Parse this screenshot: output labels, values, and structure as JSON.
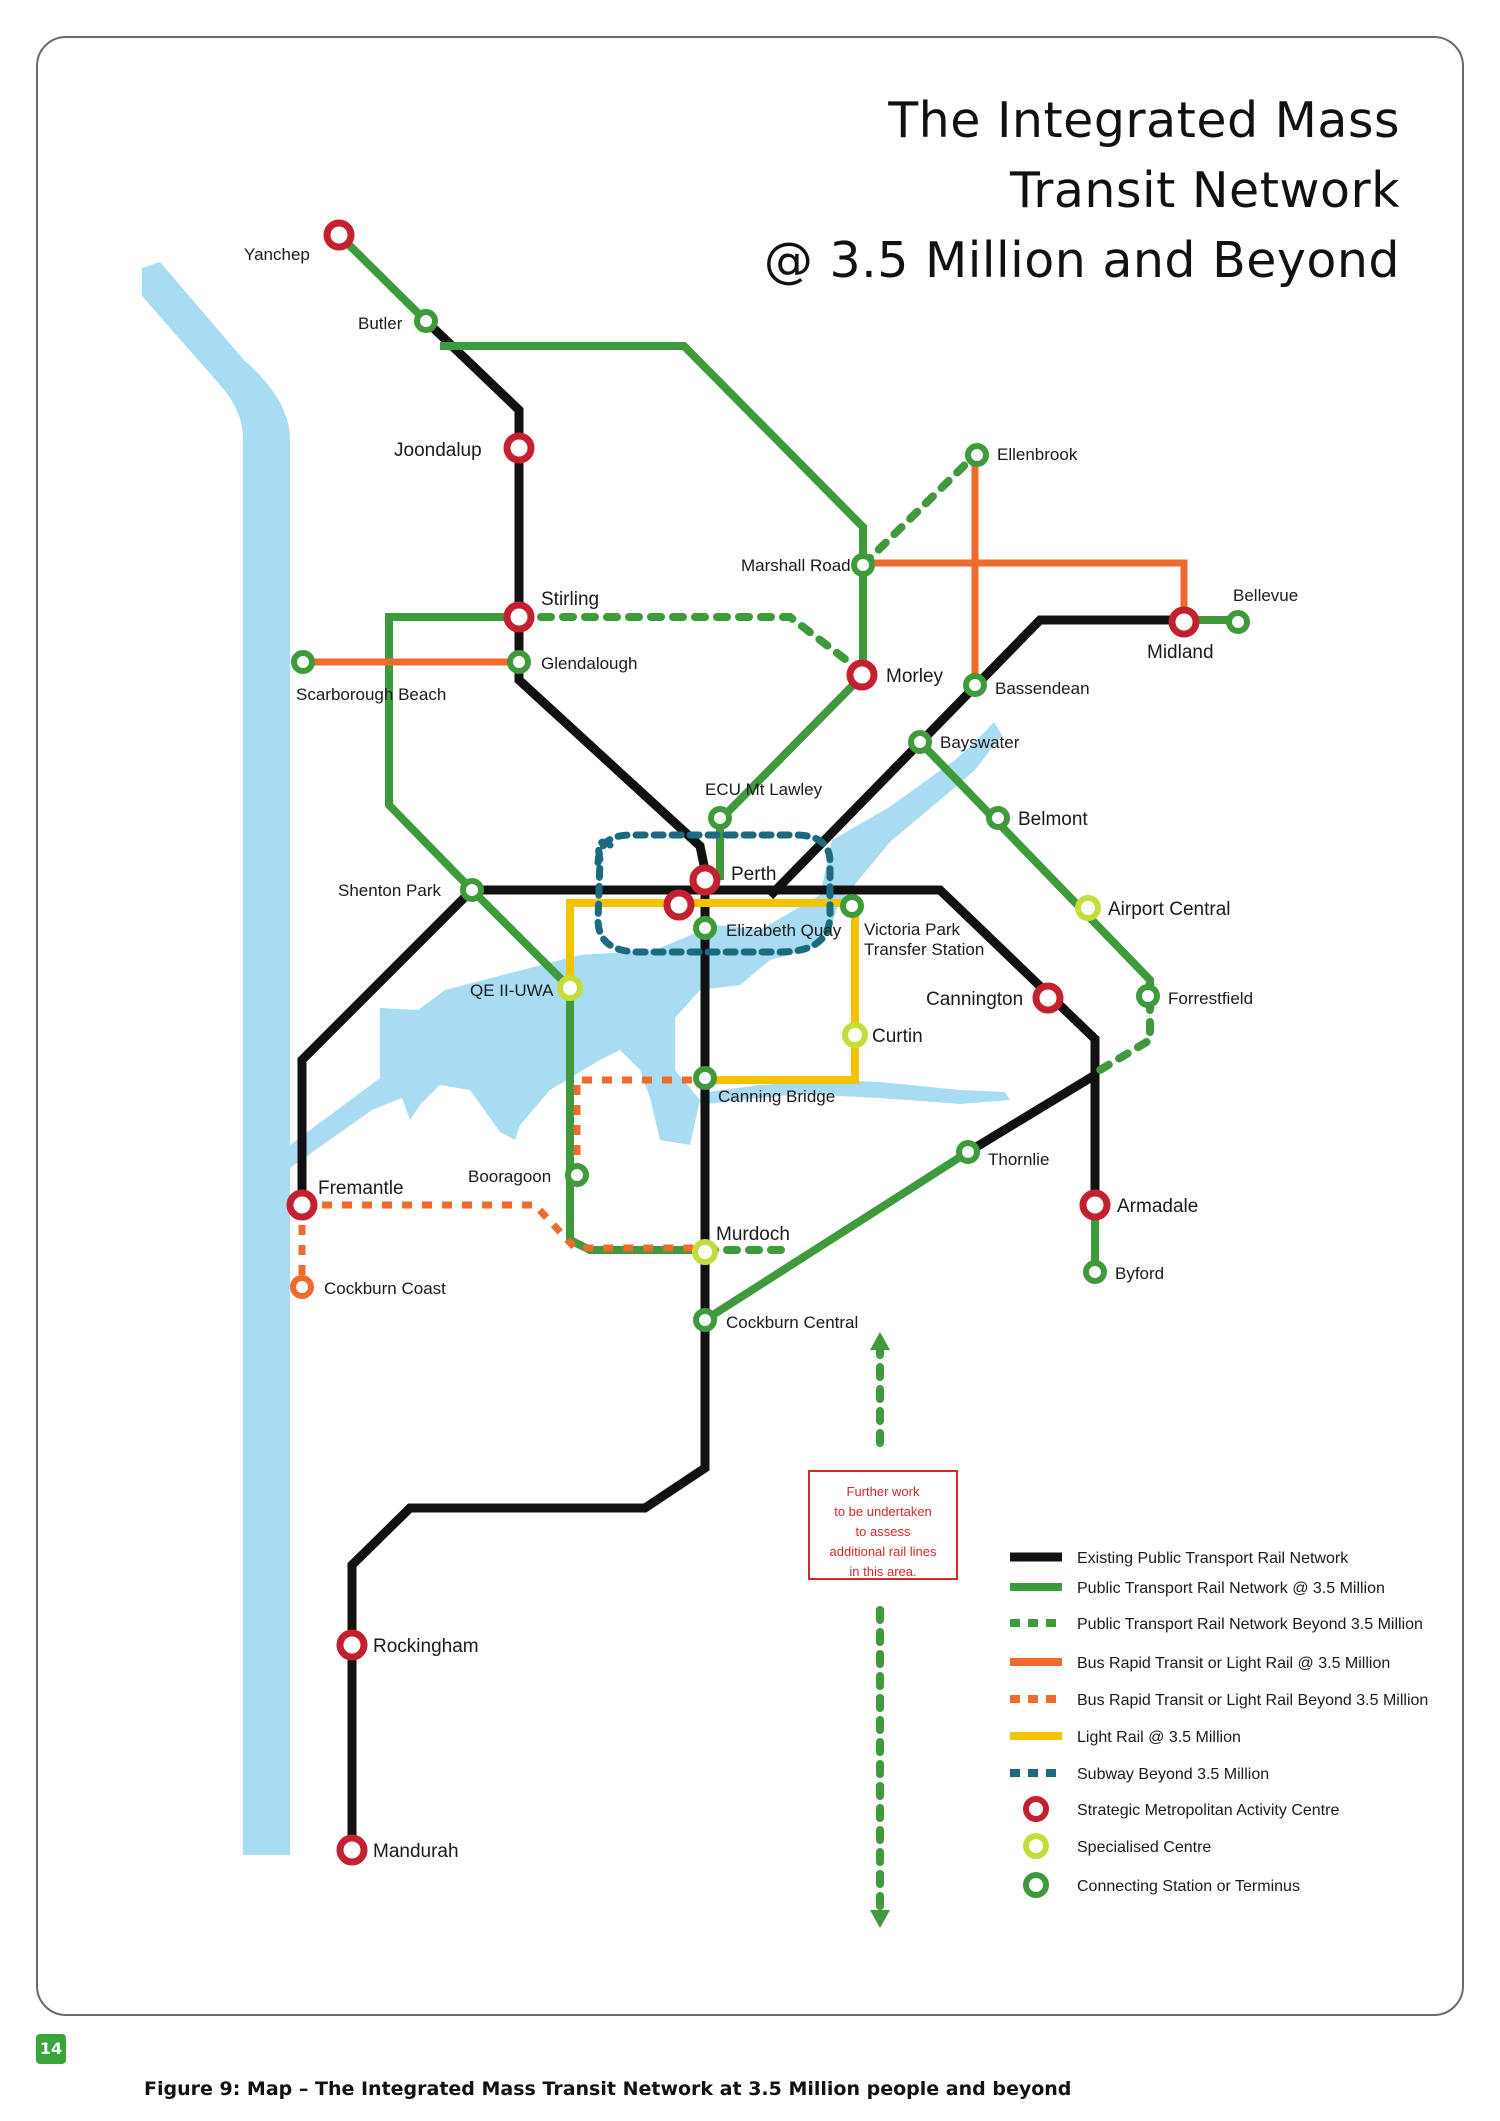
{
  "title": {
    "line1": "The Integrated Mass",
    "line2": "Transit Network",
    "line3": "@ 3.5 Million and Beyond"
  },
  "page_number": "14",
  "caption": "Figure 9: Map – The Integrated Mass Transit Network at 3.5 Million people and beyond",
  "note": {
    "lines": [
      "Further work",
      "to be undertaken",
      "to assess",
      "additional rail lines",
      "in this area."
    ]
  },
  "colors": {
    "existing_rail": "#111111",
    "rail_35m": "#3f9a3c",
    "brt_lr": "#ee6a2d",
    "light_rail": "#f2c300",
    "subway": "#1a6b7f",
    "water": "#a8dcf2",
    "strategic_centre": "#c4202f",
    "specialised_centre": "#c6dc3a",
    "connecting_station": "#3f9a3c",
    "note_border": "#d12a2a"
  },
  "stations": {
    "yanchep": "Yanchep",
    "butler": "Butler",
    "joondalup": "Joondalup",
    "stirling": "Stirling",
    "glendalough": "Glendalough",
    "scarborough_beach": "Scarborough Beach",
    "ellenbrook": "Ellenbrook",
    "marshall_road": "Marshall Road",
    "bellevue": "Bellevue",
    "midland": "Midland",
    "morley": "Morley",
    "bassendean": "Bassendean",
    "bayswater": "Bayswater",
    "ecu_mt_lawley": "ECU Mt Lawley",
    "belmont": "Belmont",
    "perth": "Perth",
    "shenton_park": "Shenton Park",
    "elizabeth_quay": "Elizabeth Quay",
    "victoria_park_1": "Victoria Park",
    "victoria_park_2": "Transfer Station",
    "airport_central": "Airport Central",
    "qe2_uwa": "QE II-UWA",
    "cannington": "Cannington",
    "forrestfield": "Forrestfield",
    "curtin": "Curtin",
    "canning_bridge": "Canning Bridge",
    "thornlie": "Thornlie",
    "booragoon": "Booragoon",
    "fremantle": "Fremantle",
    "armadale": "Armadale",
    "murdoch": "Murdoch",
    "cockburn_coast": "Cockburn Coast",
    "byford": "Byford",
    "cockburn_central": "Cockburn Central",
    "rockingham": "Rockingham",
    "mandurah": "Mandurah"
  },
  "legend": [
    {
      "label": "Existing Public Transport Rail Network",
      "icon": "line-solid-black"
    },
    {
      "label": "Public Transport Rail Network @ 3.5 Million",
      "icon": "line-solid-green"
    },
    {
      "label": "Public Transport Rail Network Beyond 3.5 Million",
      "icon": "line-dashed-green"
    },
    {
      "label": "Bus Rapid Transit or Light Rail @ 3.5 Million",
      "icon": "line-solid-orange"
    },
    {
      "label": "Bus Rapid Transit or Light Rail Beyond 3.5 Million",
      "icon": "line-dashed-orange"
    },
    {
      "label": "Light Rail @ 3.5 Million",
      "icon": "line-solid-yellow"
    },
    {
      "label": "Subway Beyond 3.5 Million",
      "icon": "line-dashed-teal"
    },
    {
      "label": "Strategic Metropolitan Activity Centre",
      "icon": "circle-red"
    },
    {
      "label": "Specialised Centre",
      "icon": "circle-lime"
    },
    {
      "label": "Connecting Station or Terminus",
      "icon": "circle-green"
    }
  ]
}
